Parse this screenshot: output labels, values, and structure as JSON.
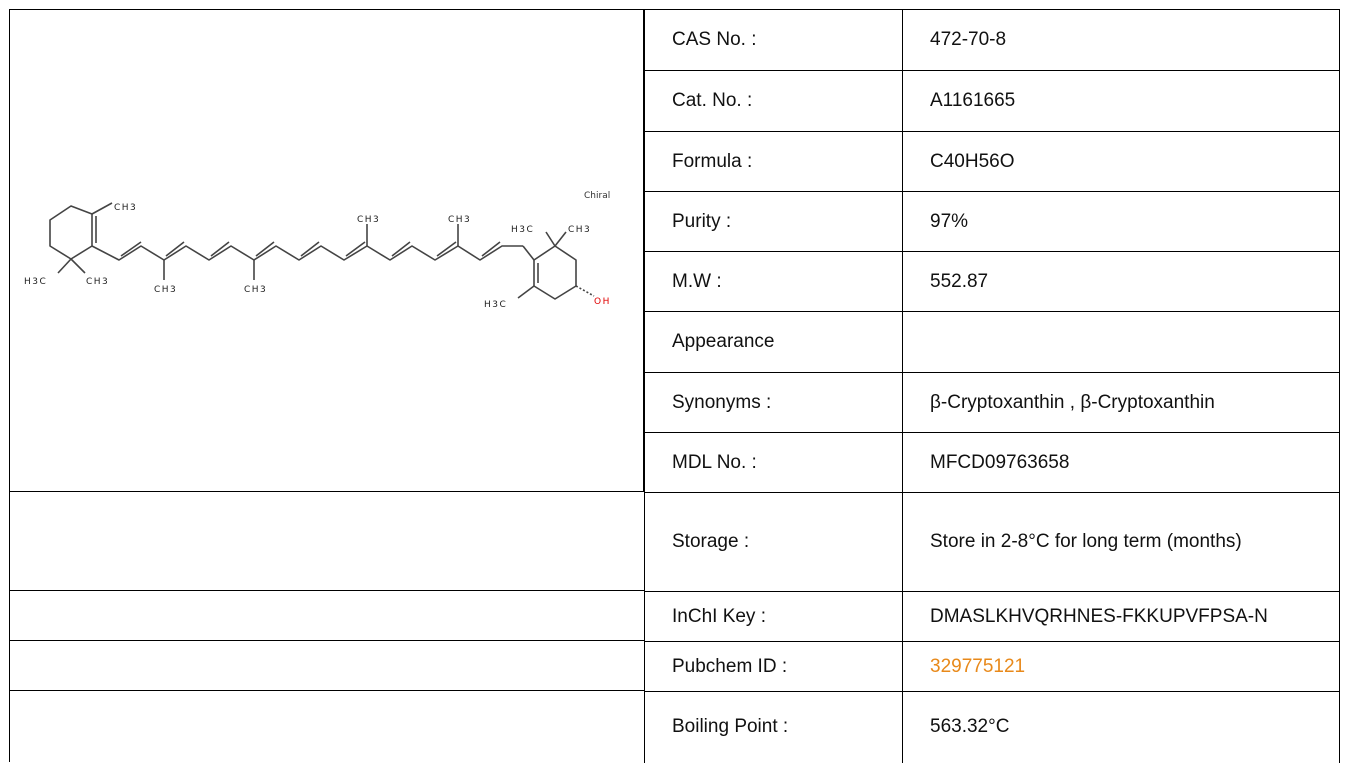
{
  "structure": {
    "chiral_label": "Chiral",
    "atom_labels": [
      "CH3",
      "H3C",
      "CH3",
      "CH3",
      "CH3",
      "CH3",
      "CH3",
      "H3C",
      "CH3",
      "H3C",
      "OH"
    ]
  },
  "properties": [
    {
      "key": "CAS No. :",
      "value": "472-70-8"
    },
    {
      "key": "Cat. No. :",
      "value": "A1161665"
    },
    {
      "key": "Formula :",
      "value": "C40H56O"
    },
    {
      "key": "Purity :",
      "value": "97%"
    },
    {
      "key": "M.W :",
      "value": "552.87"
    },
    {
      "key": "Appearance",
      "value": ""
    },
    {
      "key": "Synonyms :",
      "value": "β-Cryptoxanthin , β-Cryptoxanthin"
    },
    {
      "key": "MDL No. :",
      "value": "MFCD09763658"
    },
    {
      "key": "Storage :",
      "value": "Store in 2-8°C for long term (months)"
    },
    {
      "key": "InChI Key :",
      "value": "DMASLKHVQRHNES-FKKUPVFPSA-N"
    },
    {
      "key": "Pubchem ID :",
      "value": "329775121"
    },
    {
      "key": "Boiling Point :",
      "value": "563.32°C"
    }
  ],
  "colors": {
    "link": "#e8891a",
    "oh_label": "#e00000",
    "border": "#000000"
  }
}
